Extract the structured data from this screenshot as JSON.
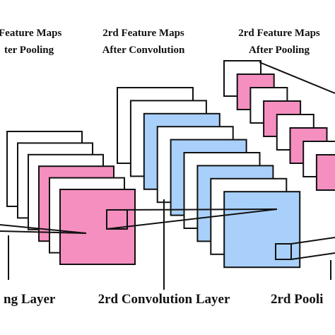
{
  "colors": {
    "pink": "#f48fbf",
    "blue": "#a8d0fa",
    "white": "#ffffff",
    "stroke": "#111111"
  },
  "captions": {
    "c1": [
      "Feature Maps",
      "ter Pooling"
    ],
    "c2": [
      "2rd Feature Maps",
      "After Convolution"
    ],
    "c3": [
      "2rd Feature Maps",
      "After Pooling"
    ]
  },
  "layers": {
    "pool1": "ng Layer",
    "conv2": "2rd Convolution Layer",
    "pool2": "2rd Pooli"
  },
  "stacks": {
    "pool1_maps": [
      "white",
      "white",
      "white",
      "pink",
      "white",
      "pink"
    ],
    "conv2_maps": [
      "white",
      "white",
      "blue",
      "white",
      "blue",
      "white",
      "blue",
      "white",
      "blue"
    ],
    "pool2_maps": [
      "white",
      "pink",
      "white",
      "pink",
      "white",
      "pink",
      "white",
      "pink"
    ]
  }
}
